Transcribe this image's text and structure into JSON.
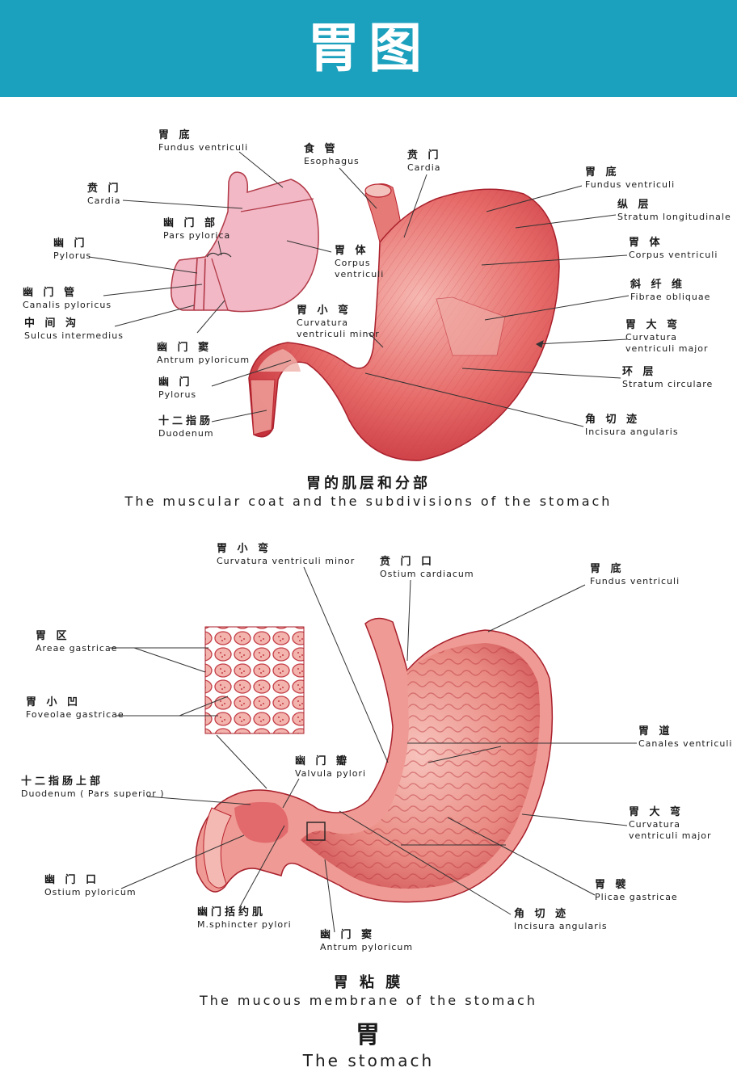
{
  "header": {
    "title": "胃图"
  },
  "fig1": {
    "labels": {
      "fundus_small": {
        "zh": "胃 底",
        "en": "Fundus ventriculi"
      },
      "cardia_small": {
        "zh": "贲 门",
        "en": "Cardia"
      },
      "pars_pylorica": {
        "zh": "幽 门 部",
        "en": "Pars pylorica"
      },
      "pylorus_small": {
        "zh": "幽 门",
        "en": "Pylorus"
      },
      "canalis": {
        "zh": "幽 门 管",
        "en": "Canalis pyloricus"
      },
      "sulcus": {
        "zh": "中 间 沟",
        "en": "Sulcus intermedius"
      },
      "corpus_small": {
        "zh": "胃 体",
        "en": "Corpus ventriculi"
      },
      "esophagus": {
        "zh": "食 管",
        "en": "Esophagus"
      },
      "cardia_big": {
        "zh": "贲 门",
        "en": "Cardia"
      },
      "minor_curv": {
        "zh": "胃 小 弯",
        "en": "Curvatura ventriculi minor"
      },
      "antrum": {
        "zh": "幽 门 窦",
        "en": "Antrum pyloricum"
      },
      "pylorus_big": {
        "zh": "幽 门",
        "en": "Pylorus"
      },
      "duodenum": {
        "zh": "十二指肠",
        "en": "Duodenum"
      },
      "fundus_big": {
        "zh": "胃 底",
        "en": "Fundus ventriculi"
      },
      "longitudinal": {
        "zh": "纵 层",
        "en": "Stratum longitudinale"
      },
      "corpus_big": {
        "zh": "胃 体",
        "en": "Corpus ventriculi"
      },
      "oblique": {
        "zh": "斜 纤 维",
        "en": "Fibrae obliquae"
      },
      "major_curv": {
        "zh": "胃 大 弯",
        "en": "Curvatura ventriculi major"
      },
      "circular": {
        "zh": "环 层",
        "en": "Stratum circulare"
      },
      "angular": {
        "zh": "角 切 迹",
        "en": "Incisura angularis"
      }
    },
    "caption": {
      "zh": "胃的肌层和分部",
      "en": "The muscular coat and the subdivisions of the stomach"
    }
  },
  "fig2": {
    "labels": {
      "minor_curv": {
        "zh": "胃 小 弯",
        "en": "Curvatura ventriculi minor"
      },
      "ostium_cardiacum": {
        "zh": "贲 门 口",
        "en": "Ostium cardiacum"
      },
      "fundus": {
        "zh": "胃 底",
        "en": "Fundus ventriculi"
      },
      "areae": {
        "zh": "胃 区",
        "en": "Areae gastricae"
      },
      "foveolae": {
        "zh": "胃 小 凹",
        "en": "Foveolae gastricae"
      },
      "valvula": {
        "zh": "幽 门 瓣",
        "en": "Valvula pylori"
      },
      "canales": {
        "zh": "胃 道",
        "en": "Canales ventriculi"
      },
      "duodenum_sup": {
        "zh": "十二指肠上部",
        "en": "Duodenum ( Pars superior )"
      },
      "major_curv": {
        "zh": "胃 大 弯",
        "en": "Curvatura ventriculi major"
      },
      "ostium_pyloricum": {
        "zh": "幽 门 口",
        "en": "Ostium pyloricum"
      },
      "sphincter": {
        "zh": "幽门括约肌",
        "en": "M.sphincter pylori"
      },
      "plicae": {
        "zh": "胃 襞",
        "en": "Plicae gastricae"
      },
      "angular": {
        "zh": "角 切 迹",
        "en": "Incisura angularis"
      },
      "antrum": {
        "zh": "幽 门 窦",
        "en": "Antrum pyloricum"
      }
    },
    "caption": {
      "zh": "胃 粘 膜",
      "en": "The mucous membrane of the stomach"
    }
  },
  "footer": {
    "zh": "胃",
    "en": "The stomach"
  },
  "colors": {
    "header": "#1ba0bd",
    "small_stomach": "#f2b8c6",
    "muscle": "#e0505a",
    "muscle_dark": "#b8232e",
    "muscle_light": "#f4a3a0",
    "leader": "#333333"
  }
}
